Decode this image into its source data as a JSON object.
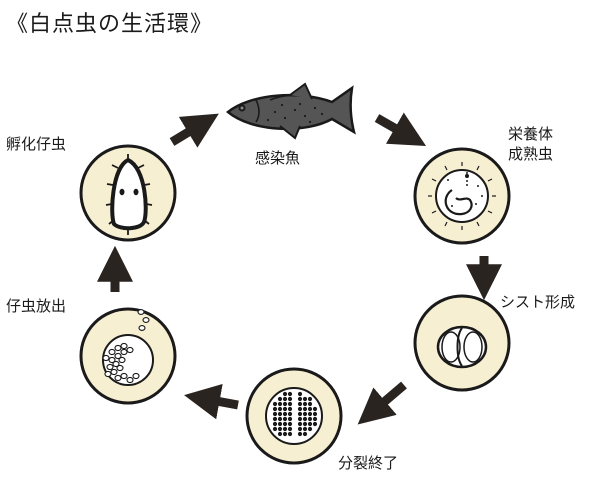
{
  "title": "《白点虫の生活環》",
  "stages": {
    "fish": "感染魚",
    "trophont_line1": "栄養体",
    "trophont_line2": "成熟虫",
    "cyst": "シスト形成",
    "division": "分裂終了",
    "release": "仔虫放出",
    "hatch": "孵化仔虫"
  },
  "colors": {
    "circle_fill": "#f7efd2",
    "outline": "#1a1a1a",
    "arrow": "#2a2420",
    "fish_body": "#555555"
  }
}
